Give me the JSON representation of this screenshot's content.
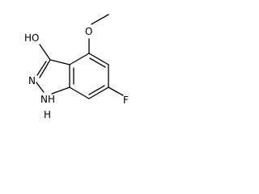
{
  "molecule": {
    "labels": {
      "hydroxyl": "HO",
      "methoxy_oxygen": "O",
      "ring_n_top": "N",
      "ring_nh": "NH",
      "ring_nh_h": "H",
      "fluoro": "F"
    }
  }
}
